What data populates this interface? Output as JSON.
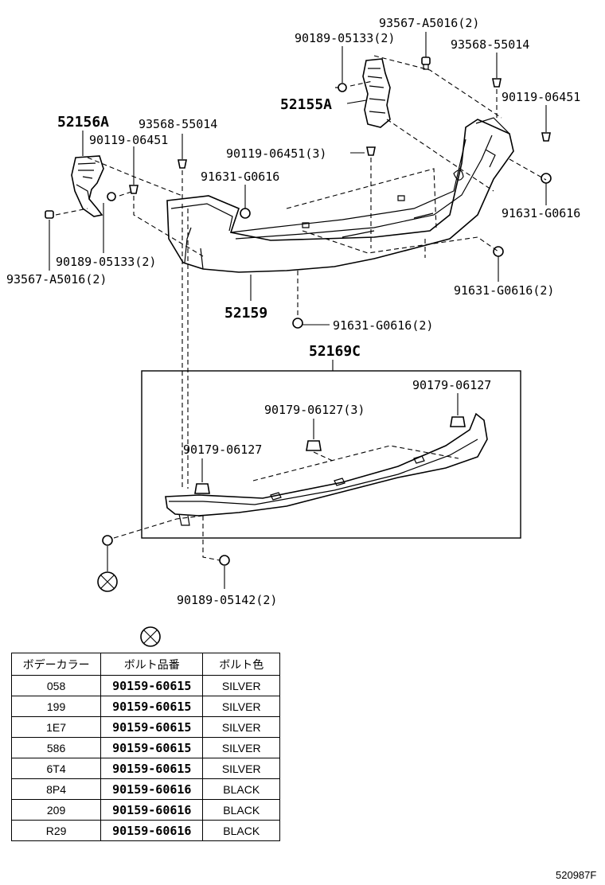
{
  "labels": {
    "p93567_top": "93567-A5016(2)",
    "p90189_top": "90189-05133(2)",
    "p93568_right": "93568-55014",
    "p52155A": "52155A",
    "p90119_right": "90119-06451",
    "p52156A": "52156A",
    "p93568_left": "93568-55014",
    "p90119_left": "90119-06451",
    "p90119_center": "90119-06451(3)",
    "p91631_center": "91631-G0616",
    "p91631_right": "91631-G0616",
    "p90189_left": "90189-05133(2)",
    "p93567_left": "93567-A5016(2)",
    "p91631_lower_right": "91631-G0616(2)",
    "p52159": "52159",
    "p91631_bottom": "91631-G0616(2)",
    "p52169C": "52169C",
    "p90179_right": "90179-06127",
    "p90179_center": "90179-06127(3)",
    "p90179_left": "90179-06127",
    "p90189_bottom": "90189-05142(2)"
  },
  "table": {
    "headers": [
      "ボデーカラー",
      "ボルト品番",
      "ボルト色"
    ],
    "rows": [
      {
        "color": "058",
        "bolt": "90159-60615",
        "bolt_color": "SILVER"
      },
      {
        "color": "199",
        "bolt": "90159-60615",
        "bolt_color": "SILVER"
      },
      {
        "color": "1E7",
        "bolt": "90159-60615",
        "bolt_color": "SILVER"
      },
      {
        "color": "586",
        "bolt": "90159-60615",
        "bolt_color": "SILVER"
      },
      {
        "color": "6T4",
        "bolt": "90159-60615",
        "bolt_color": "SILVER"
      },
      {
        "color": "8P4",
        "bolt": "90159-60616",
        "bolt_color": "BLACK"
      },
      {
        "color": "209",
        "bolt": "90159-60616",
        "bolt_color": "BLACK"
      },
      {
        "color": "R29",
        "bolt": "90159-60616",
        "bolt_color": "BLACK"
      }
    ]
  },
  "diagram_code": "520987F",
  "icons": {
    "reference_symbol": "circled-x-icon"
  }
}
